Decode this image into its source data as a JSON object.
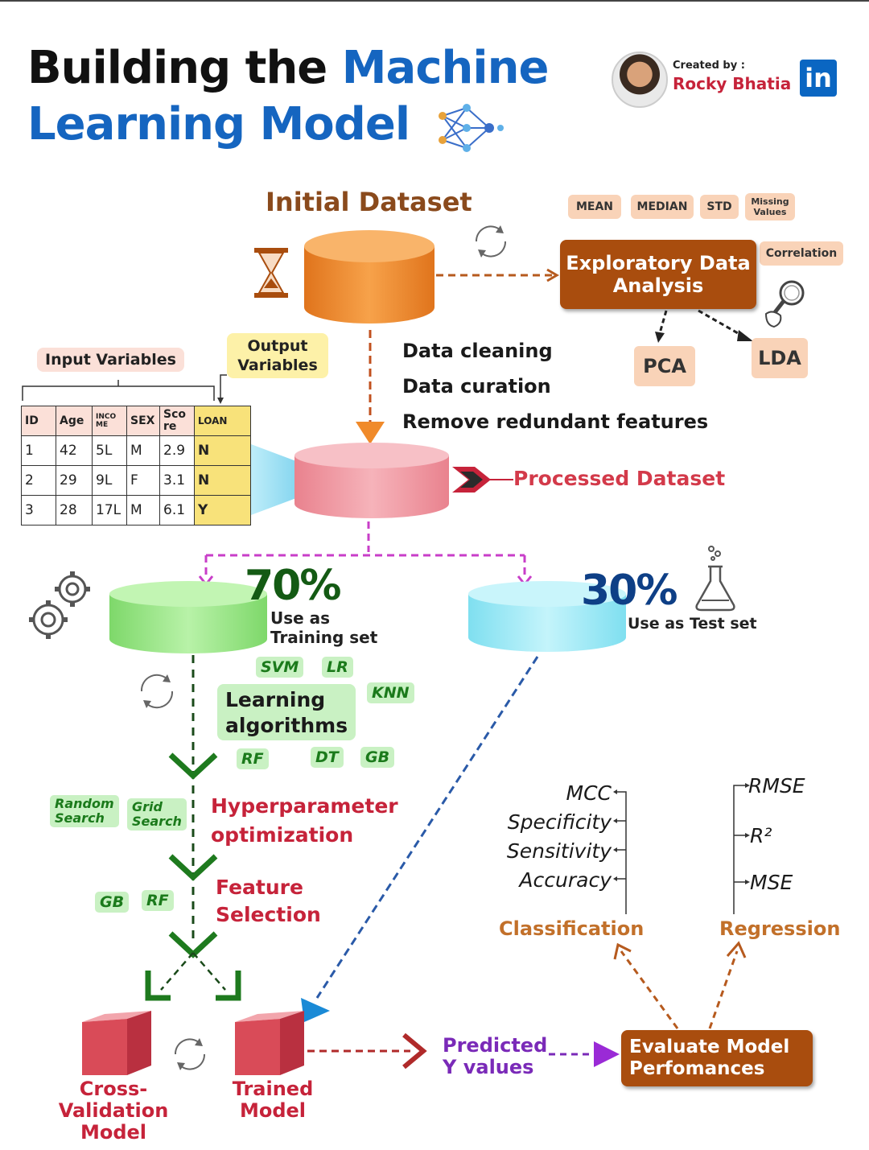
{
  "title": {
    "line1_black": "Building the",
    "line1_blue": "Machine",
    "line2_blue": "Learning Model"
  },
  "creator": {
    "created_by": "Created by :",
    "name": "Rocky Bhatia",
    "linkedin": "in"
  },
  "initial_dataset": {
    "label": "Initial Dataset"
  },
  "eda": {
    "label_line1": "Exploratory Data",
    "label_line2": "Analysis",
    "tags": {
      "mean": "MEAN",
      "median": "MEDIAN",
      "std": "STD",
      "missing_line1": "Missing",
      "missing_line2": "Values",
      "correlation": "Correlation"
    },
    "pca": "PCA",
    "lda": "LDA"
  },
  "steps": [
    "Data cleaning",
    "Data curation",
    "Remove redundant features"
  ],
  "input_variables": "Input Variables",
  "output_variables": {
    "line1": "Output",
    "line2": "Variables"
  },
  "table": {
    "headers": [
      "ID",
      "Age",
      "INCO ME",
      "SEX",
      "Sco re",
      "LOAN"
    ],
    "rows": [
      [
        "1",
        "42",
        "5L",
        "M",
        "2.9",
        "N"
      ],
      [
        "2",
        "29",
        "9L",
        "F",
        "3.1",
        "N"
      ],
      [
        "3",
        "28",
        "17L",
        "M",
        "6.1",
        "Y"
      ]
    ]
  },
  "processed_dataset": "Processed Dataset",
  "training": {
    "percent": "70%",
    "line1": "Use as",
    "line2": "Training set"
  },
  "test": {
    "percent": "30%",
    "label": "Use as Test set"
  },
  "learning": {
    "label_line1": "Learning",
    "label_line2": "algorithms",
    "algos": {
      "svm": "SVM",
      "lr": "LR",
      "knn": "KNN",
      "rf": "RF",
      "dt": "DT",
      "gb": "GB"
    }
  },
  "hyperparameter": {
    "line1": "Hyperparameter",
    "line2": "optimization",
    "random_line1": "Random",
    "random_line2": "Search",
    "grid_line1": "Grid",
    "grid_line2": "Search"
  },
  "feature_selection": {
    "line1": "Feature",
    "line2": "Selection",
    "gb": "GB",
    "rf": "RF"
  },
  "cross_validation": {
    "line1": "Cross-",
    "line2": "Validation",
    "line3": "Model"
  },
  "trained_model": {
    "line1": "Trained",
    "line2": "Model"
  },
  "predicted": {
    "line1": "Predicted",
    "line2": "Y values"
  },
  "evaluate": {
    "line1": "Evaluate Model",
    "line2": "Perfomances"
  },
  "classification": {
    "label": "Classification",
    "metrics": [
      "MCC",
      "Specificity",
      "Sensitivity",
      "Accuracy"
    ]
  },
  "regression": {
    "label": "Regression",
    "metrics": [
      "RMSE",
      "R²",
      "MSE"
    ]
  },
  "colors": {
    "title_blue": "#1565c0",
    "orange_db": "#f08a2a",
    "pink_db": "#f2a0a8",
    "green_db": "#9be58a",
    "cyan_db": "#9eeaf5",
    "brown_box": "#a94d0e",
    "red_text": "#c6233a",
    "green_text": "#1b7a1b"
  }
}
